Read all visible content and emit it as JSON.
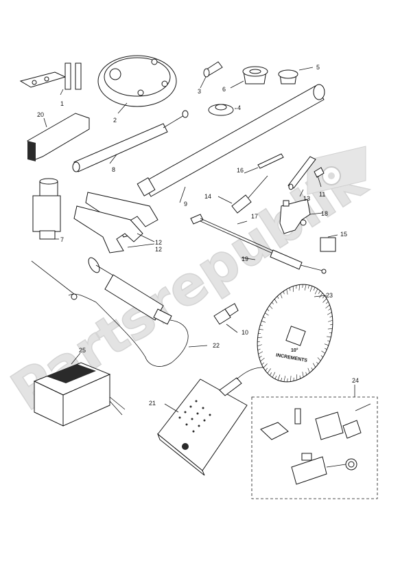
{
  "watermark": "Partsrepublik",
  "callouts": [
    "1",
    "2",
    "3",
    "4",
    "5",
    "6",
    "7",
    "8",
    "9",
    "10",
    "11",
    "12",
    "12",
    "13",
    "14",
    "15",
    "16",
    "17",
    "18",
    "19",
    "20",
    "21",
    "22",
    "23",
    "24",
    "25"
  ],
  "dial_text": {
    "line1": "10°",
    "line2": "INCREMENTS"
  }
}
